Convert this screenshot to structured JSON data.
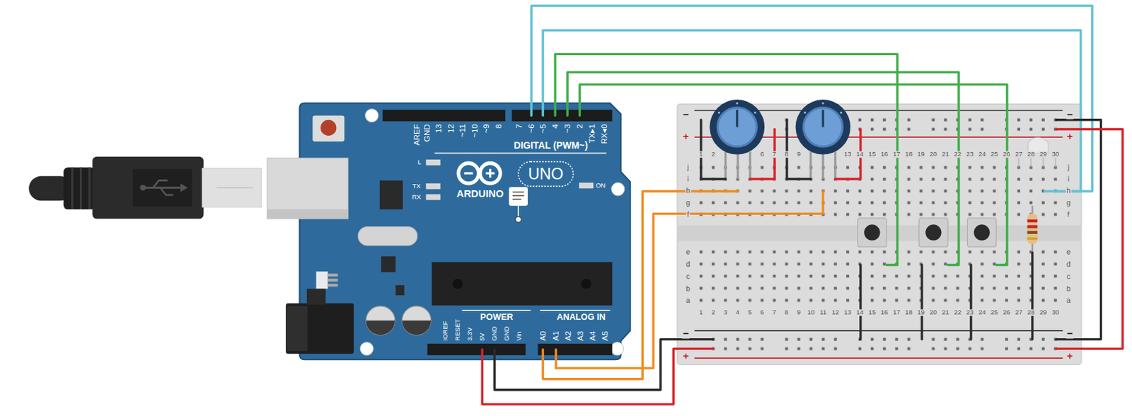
{
  "diagram": {
    "labels": [
      "AREF",
      "GND",
      "13",
      "12",
      "~11",
      "~10",
      "~9",
      "8",
      "7",
      "~6",
      "~5",
      "4",
      "~3",
      "2",
      "TX▸1",
      "RX◂0",
      "DIGITAL (PWM~)",
      "L",
      "TX",
      "RX",
      "ON",
      "ARDUINO",
      "UNO",
      "POWER",
      "ANALOG IN",
      "IOREF",
      "RESET",
      "3.3V",
      "5V",
      "GND",
      "GND",
      "Vin",
      "A0",
      "A1",
      "A2",
      "A3",
      "A4",
      "A5",
      "−",
      "+",
      "−",
      "+",
      "−",
      "+",
      "−",
      "+",
      "1",
      "2",
      "6",
      "7",
      "8",
      "9",
      "13",
      "14",
      "15",
      "16",
      "17",
      "18",
      "19",
      "20",
      "21",
      "22",
      "23",
      "24",
      "25",
      "26",
      "27",
      "28",
      "29",
      "30",
      "j",
      "i",
      "h",
      "g",
      "f",
      "e",
      "d",
      "c",
      "b",
      "a",
      "j",
      "i",
      "h",
      "g",
      "f",
      "e",
      "d",
      "c",
      "b",
      "a",
      "1",
      "2",
      "3",
      "4",
      "5",
      "6",
      "7",
      "8",
      "9",
      "10",
      "11",
      "12",
      "13",
      "14",
      "15",
      "16",
      "17",
      "18",
      "19",
      "20",
      "21",
      "22",
      "23",
      "24",
      "25",
      "26",
      "27",
      "28",
      "29",
      "30"
    ]
  }
}
